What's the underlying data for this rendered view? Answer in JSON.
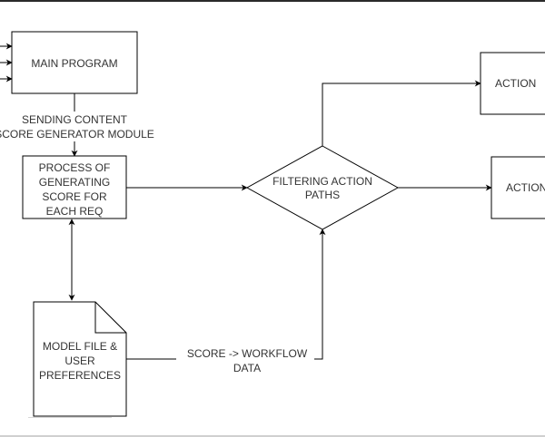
{
  "diagram": {
    "nodes": {
      "main_program": {
        "lines": [
          "MAIN PROGRAM"
        ]
      },
      "process": {
        "lines": [
          "PROCESS OF",
          "GENERATING",
          "SCORE FOR",
          "EACH REQ"
        ]
      },
      "filter": {
        "lines": [
          "FILTERING ACTION",
          "PATHS"
        ]
      },
      "action_1": {
        "lines": [
          "ACTION"
        ]
      },
      "action_2": {
        "lines": [
          "ACTION"
        ]
      },
      "model_file": {
        "lines": [
          "MODEL FILE &",
          "USER",
          "PREFERENCES"
        ]
      }
    },
    "edge_labels": {
      "sending": [
        "SENDING CONTENT",
        "SCORE GENERATOR MODULE"
      ],
      "score_workflow": [
        "SCORE -> WORKFLOW",
        "DATA"
      ]
    },
    "colors": {
      "stroke": "#000000",
      "text": "#333333",
      "fill": "#ffffff"
    }
  }
}
